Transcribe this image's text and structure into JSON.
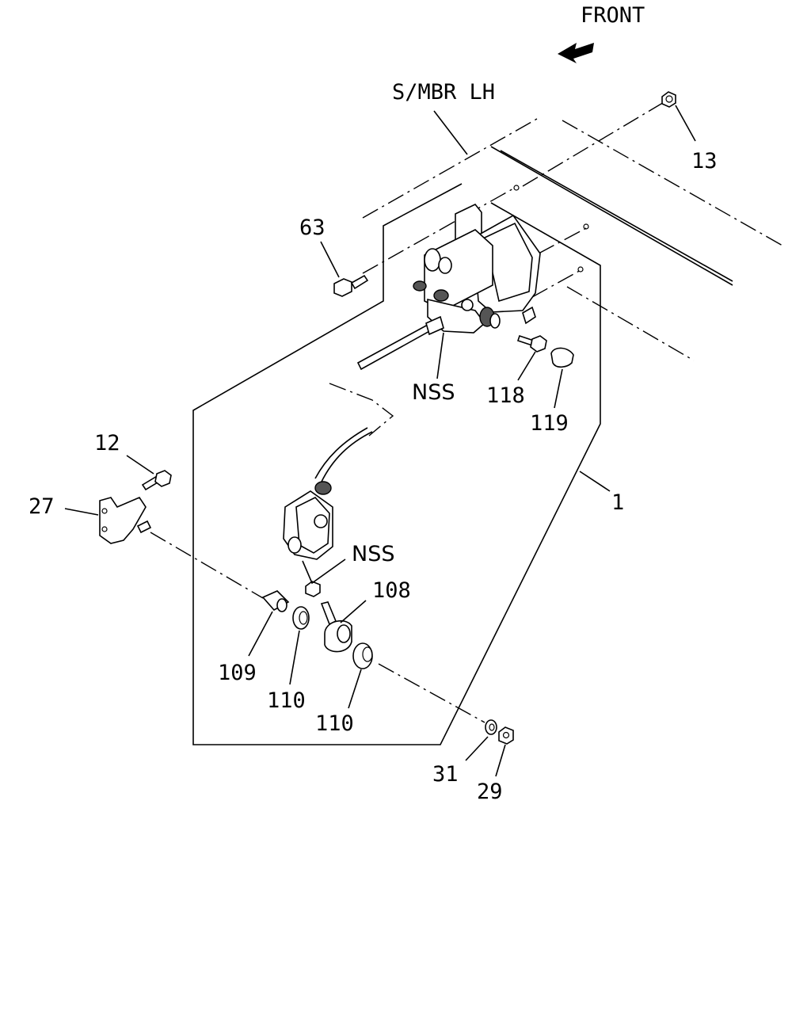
{
  "diagram": {
    "front_label": "FRONT",
    "frame_label": "S/MBR LH",
    "callouts": {
      "c1": "1",
      "c12": "12",
      "c13": "13",
      "c27": "27",
      "c29": "29",
      "c31": "31",
      "c63": "63",
      "c108": "108",
      "c109": "109",
      "c110a": "110",
      "c110b": "110",
      "c118": "118",
      "c119": "119",
      "nss_upper": "NSS",
      "nss_lower": "NSS"
    }
  }
}
